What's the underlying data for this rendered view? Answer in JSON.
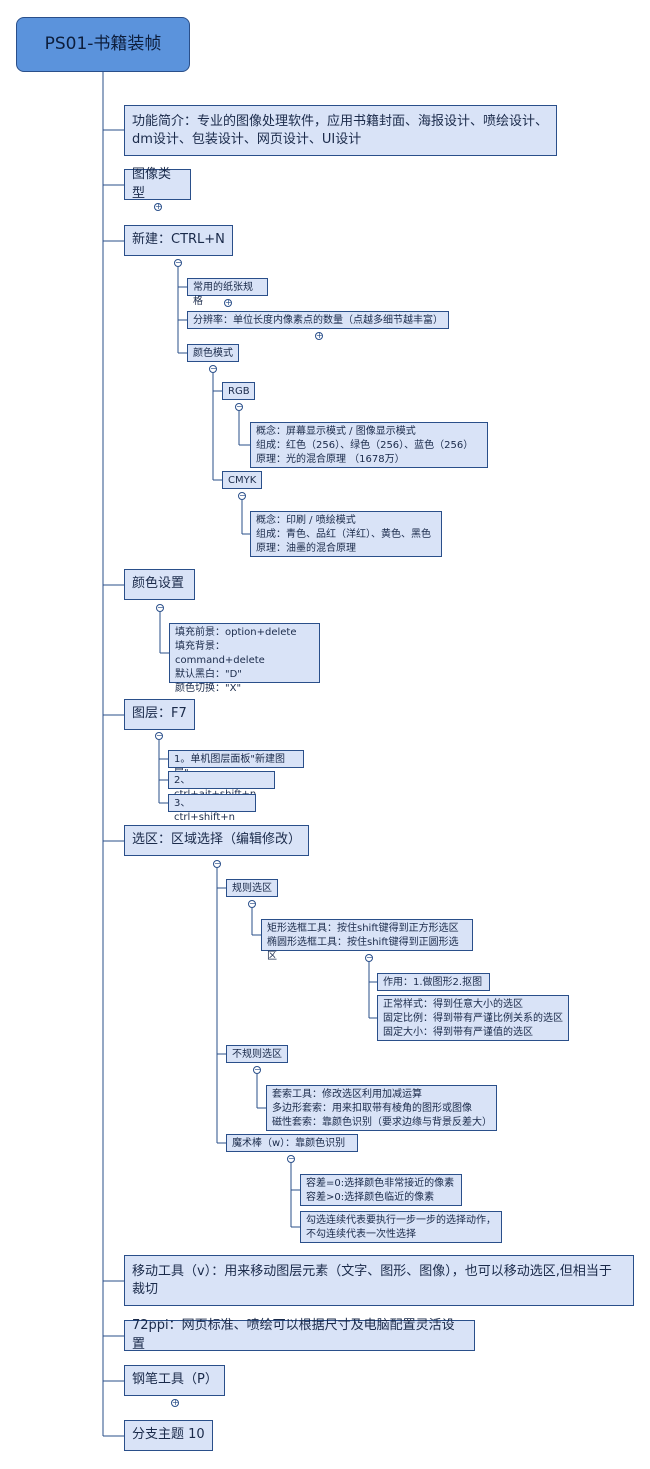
{
  "root": {
    "label": "PS01-书籍装帧"
  },
  "intro": {
    "label": "功能简介：专业的图像处理软件，应用书籍封面、海报设计、喷绘设计、\ndm设计、包装设计、网页设计、UI设计"
  },
  "image_type": {
    "label": "图像类型"
  },
  "new_doc": {
    "label": "新建：CTRL+N",
    "paper": "常用的纸张规格",
    "resolution": "分辨率：单位长度内像素点的数量（点越多细节越丰富）",
    "color_mode": "颜色模式",
    "rgb": {
      "label": "RGB",
      "details": "概念：屏幕显示模式 / 图像显示模式\n组成：红色（256）、绿色（256）、蓝色（256）\n原理：光的混合原理  （1678万）"
    },
    "cmyk": {
      "label": "CMYK",
      "details": "概念：印刷 / 喷绘模式\n组成：青色、品红（洋红）、黄色、黑色\n原理：油墨的混合原理"
    }
  },
  "color_settings": {
    "label": "颜色设置",
    "details": "填充前景：option+delete\n填充背景：command+delete\n默认黑白：\"D\"\n颜色切换：\"X\""
  },
  "layers": {
    "label": "图层：F7",
    "items": [
      "1。单机图层面板\"新建图层\"",
      "2、ctrl+ait+shift+n",
      "3、ctrl+shift+n"
    ]
  },
  "selection": {
    "label": "选区：区域选择（编辑修改）",
    "regular": {
      "label": "规则选区",
      "tools": "矩形选框工具：按住shift键得到正方形选区\n椭圆形选框工具：按住shift键得到正圆形选区",
      "effect": "作用：1.做图形2.抠图",
      "styles": "正常样式：得到任意大小的选区\n固定比例：得到带有严谨比例关系的选区\n固定大小：得到带有严谨值的选区"
    },
    "irregular": {
      "label": "不规则选区",
      "details": "套索工具：修改选区利用加减运算\n多边形套索：用来扣取带有棱角的图形或图像\n磁性套索：靠颜色识别（要求边缘与背景反差大）"
    },
    "magic_wand": {
      "label": "魔术棒（w）：靠颜色识别",
      "tolerance": "容差=0:选择颜色非常接近的像素\n容差>0:选择颜色临近的像素",
      "contiguous": "勾选连续代表要执行一步一步的选择动作，\n不勾连续代表一次性选择"
    }
  },
  "move_tool": {
    "label": "移动工具（v）：用来移动图层元素（文字、图形、图像），也可以移动选区,但相当于\n裁切"
  },
  "ppi": {
    "label": "72ppi：网页标准、喷绘可以根据尺寸及电脑配置灵活设置"
  },
  "pen_tool": {
    "label": "钢笔工具（P）"
  },
  "branch10": {
    "label": "分支主题 10"
  },
  "colors": {
    "root_fill": "#5b93dc",
    "node_fill": "#d9e3f7",
    "border": "#2a4f8a",
    "line": "#2a4f8a"
  }
}
